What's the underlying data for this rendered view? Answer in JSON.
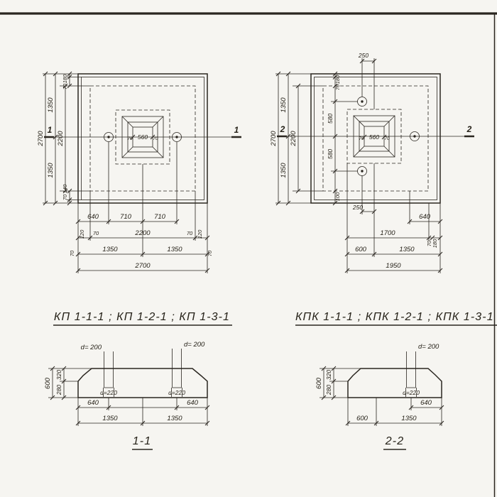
{
  "plan_left": {
    "mark_left": "1",
    "mark_right": "1",
    "center": {
      "dim": "560",
      "tick_left": "70",
      "tick_right": "70"
    },
    "left": {
      "overall": "2700",
      "half_top": "1350",
      "half_bottom": "1350",
      "inner": "2200",
      "top_d1": "180",
      "top_d2": "70",
      "bot_d1": "140",
      "bot_d2": "70"
    },
    "bottom": {
      "row1": [
        "640",
        "710",
        "710"
      ],
      "row2": "2200",
      "row2_edge_left": "120",
      "row2_edge_right": "120",
      "row2_tick_left": "70",
      "row2_tick_right": "70",
      "row3": [
        "1350",
        "1350"
      ],
      "row3_tick_left": "70",
      "row3_tick_right": "70",
      "row4": "2700"
    }
  },
  "plan_right": {
    "mark_left": "2",
    "mark_right": "2",
    "center": {
      "dim": "560",
      "tick_left": "70",
      "tick_right": "70"
    },
    "top_dim": "250",
    "bottom_dim": "250",
    "left": {
      "overall": "2700",
      "half_top": "1350",
      "half_bottom": "1350",
      "inner": "2200",
      "above_center": "580",
      "below_center": "580",
      "top_d1": "180",
      "top_d2": "70",
      "bot_d": "100"
    },
    "bottom": {
      "row1": "640",
      "row2": "1700",
      "row2_t1": "70",
      "row2_t2": "180",
      "row3": [
        "600",
        "1350"
      ],
      "row4": "1950"
    }
  },
  "section_1": {
    "title": "КП 1-1-1 ; КП 1-2-1 ; КП 1-3-1",
    "label": "1-1",
    "d200_left": "d= 200",
    "d200_right": "d= 200",
    "d220_left": "d=220",
    "d220_right": "d=220",
    "h_total": "600",
    "h_top": "320",
    "h_bottom": "280",
    "row1": [
      "640",
      "640"
    ],
    "row2": [
      "1350",
      "1350"
    ]
  },
  "section_2": {
    "title": "КПК 1-1-1 ; КПК 1-2-1 ; КПК 1-3-1",
    "label": "2-2",
    "d200": "d= 200",
    "d220": "d=220",
    "h_total": "600",
    "h_top": "320",
    "h_bottom": "280",
    "row1": "640",
    "row2": [
      "600",
      "1350"
    ]
  }
}
